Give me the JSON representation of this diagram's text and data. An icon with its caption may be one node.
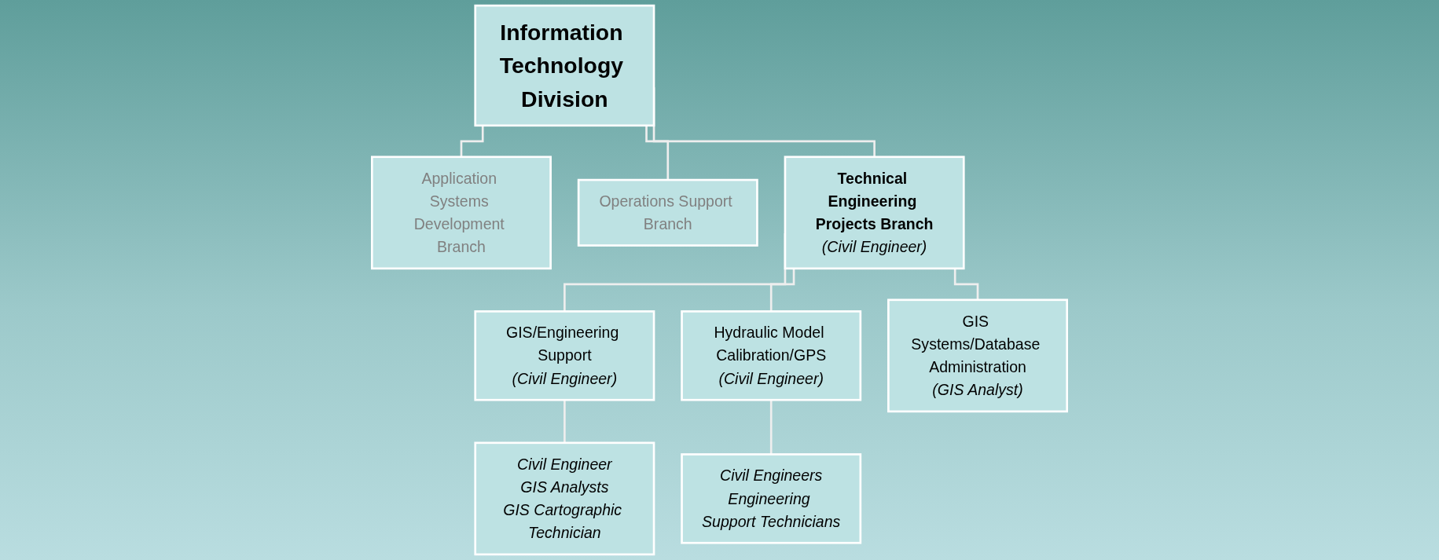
{
  "diagram": {
    "nodes": [
      {
        "text": [
          "Information Technology Division"
        ]
      },
      {
        "text": [
          "Application Systems Development Branch"
        ]
      },
      {
        "text": [
          "Operations Support Branch"
        ]
      },
      {
        "text": [
          "Technical Engineering Projects Branch",
          "(Civil Engineer)"
        ]
      },
      {
        "text": [
          "GIS/Engineering Support",
          "(Civil Engineer)"
        ]
      },
      {
        "text": [
          "Hydraulic Model Calibration/GPS",
          "(Civil Engineer)"
        ]
      },
      {
        "text": [
          "GIS Systems/Database Administration",
          "(GIS Analyst)"
        ]
      },
      {
        "text": [
          "Civil Engineer",
          "GIS Analysts",
          "GIS Cartographic Technician"
        ]
      },
      {
        "text": [
          "Civil Engineers",
          "Engineering Support Technicians"
        ]
      }
    ],
    "edges": [
      {
        "from": 0,
        "to": 1,
        "arrow": "none"
      },
      {
        "from": 0,
        "to": 2,
        "arrow": "none"
      },
      {
        "from": 0,
        "to": 3,
        "arrow": "none"
      },
      {
        "from": 3,
        "to": 4,
        "arrow": "none"
      },
      {
        "from": 3,
        "to": 5,
        "arrow": "none"
      },
      {
        "from": 3,
        "to": 6,
        "arrow": "none"
      },
      {
        "from": 4,
        "to": 7,
        "arrow": "none"
      },
      {
        "from": 5,
        "to": 8,
        "arrow": "none"
      }
    ]
  }
}
